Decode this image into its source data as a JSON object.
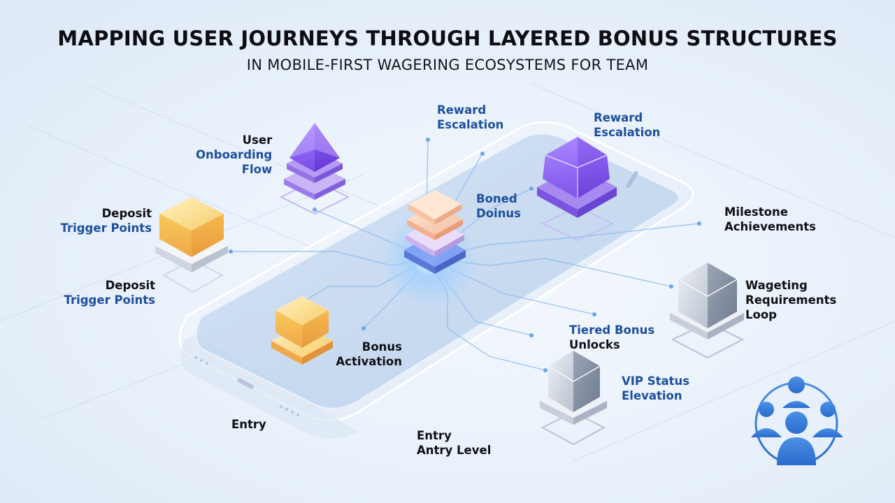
{
  "header": {
    "title": "MAPPING USER JOURNEYS THROUGH LAYERED BONUS STRUCTURES",
    "subtitle": "IN MOBILE-FIRST WAGERING ECOSYSTEMS FOR TEAM"
  },
  "labels": {
    "user_onboarding": {
      "line1": "User",
      "line2": "Onboarding",
      "line3": "Flow"
    },
    "reward_escalation_1": {
      "line1": "Reward",
      "line2": "Escalation"
    },
    "reward_escalation_2": {
      "line1": "Reward",
      "line2": "Escalation"
    },
    "boned_doinus": {
      "line1": "Boned",
      "line2": "Doinus"
    },
    "deposit_trigger_1": {
      "line1": "Deposit",
      "line2": "Trigger Points"
    },
    "deposit_trigger_2": {
      "line1": "Deposit",
      "line2": "Trigger Points"
    },
    "milestone": {
      "line1": "Milestone",
      "line2": "Achievements"
    },
    "wagering_loop": {
      "line1": "Wageting",
      "line2": "Requirements",
      "line3": "Loop"
    },
    "tiered_bonus": {
      "line1": "Tiered Bonus",
      "line2": "Unlocks"
    },
    "vip_status": {
      "line1": "VIP Status",
      "line2": "Elevation"
    },
    "bonus_activation": {
      "line1": "Bonus",
      "line2": "Activation"
    },
    "entry": {
      "line1": "Entry"
    },
    "entry_level": {
      "line1": "Entry",
      "line2": "Antry Level"
    }
  },
  "colors": {
    "label_dark": "#101015",
    "label_blue": "#1d4f9c",
    "gold": "#f2b33d",
    "purple": "#8a5cf0",
    "silver": "#9aa5b8",
    "team_icon": "#3a7fd8"
  },
  "icons": {
    "team": "team-network-icon"
  }
}
